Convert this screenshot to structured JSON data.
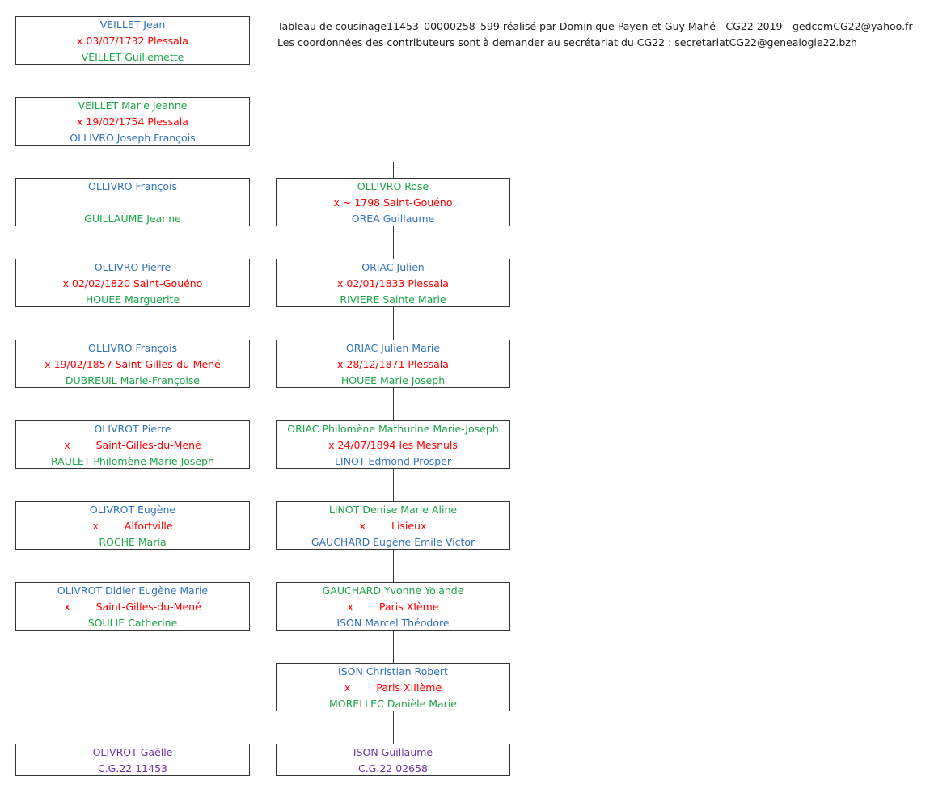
{
  "header": {
    "line1": "Tableau de cousinage11453_00000258_599 réalisé par Dominique Payen et Guy Mahé - CG22 2019 - gedcomCG22@yahoo.fr",
    "line2": "Les coordonnées des contributeurs sont à demander au secrétariat du CG22 :  secretariatCG22@genealogie22.bzh"
  },
  "colors": {
    "male": "#2e74b5",
    "female": "#1aa34a",
    "marriage": "#ff0000",
    "descendant": "#7030a0"
  },
  "root": [
    {
      "person": "VEILLET Jean",
      "marriage": "x 03/07/1732 Plessala",
      "spouse": "VEILLET Guillemette"
    },
    {
      "person": "VEILLET Marie Jeanne",
      "marriage": "x 19/02/1754 Plessala",
      "spouse": "OLLIVRO Joseph François"
    }
  ],
  "left": [
    {
      "person": "OLLIVRO François",
      "marriage": "",
      "spouse": "GUILLAUME Jeanne"
    },
    {
      "person": "OLLIVRO Pierre",
      "marriage": "x 02/02/1820 Saint-Gouéno",
      "spouse": "HOUEE Marguerite"
    },
    {
      "person": "OLLIVRO François",
      "marriage": "x 19/02/1857 Saint-Gilles-du-Mené",
      "spouse": "DUBREUIL Marie-Françoise"
    },
    {
      "person": "OLIVROT Pierre",
      "marriage_x": "x",
      "marriage_place": "Saint-Gilles-du-Mené",
      "spouse": "RAULET Philomène Marie Joseph"
    },
    {
      "person": "OLIVROT Eugène",
      "marriage_x": "x",
      "marriage_place": "Alfortville",
      "spouse": "ROCHE Maria"
    },
    {
      "person": "OLIVROT Didier Eugène Marie",
      "marriage_x": "x",
      "marriage_place": "Saint-Gilles-du-Mené",
      "spouse": "SOULIE Catherine"
    }
  ],
  "right": [
    {
      "person": "OLLIVRO Rose",
      "marriage": "x ~ 1798 Saint-Gouéno",
      "spouse": "OREA Guillaume"
    },
    {
      "person": "ORIAC Julien",
      "marriage": "x 02/01/1833 Plessala",
      "spouse": "RIVIERE Sainte Marie"
    },
    {
      "person": "ORIAC Julien Marie",
      "marriage": "x 28/12/1871 Plessala",
      "spouse": "HOUEE Marie Joseph"
    },
    {
      "person": "ORIAC Philomène Mathurine Marie-Joseph",
      "marriage": "x 24/07/1894 les Mesnuls",
      "spouse": "LINOT Edmond Prosper"
    },
    {
      "person": "LINOT Denise Marie Aline",
      "marriage_x": "x",
      "marriage_place": "Lisieux",
      "spouse": "GAUCHARD Eugène Emile Victor"
    },
    {
      "person": "GAUCHARD Yvonne Yolande",
      "marriage_x": "x",
      "marriage_place": "Paris XIème",
      "spouse": "ISON Marcel Théodore"
    },
    {
      "person": "ISON Christian Robert",
      "marriage_x": "x",
      "marriage_place": "Paris XIIIème",
      "spouse": "MORELLEC Danièle Marie"
    }
  ],
  "final": [
    {
      "name": "OLIVROT Gaëlle",
      "code": "C.G.22 11453"
    },
    {
      "name": "ISON Guillaume",
      "code": "C.G.22 02658"
    }
  ]
}
